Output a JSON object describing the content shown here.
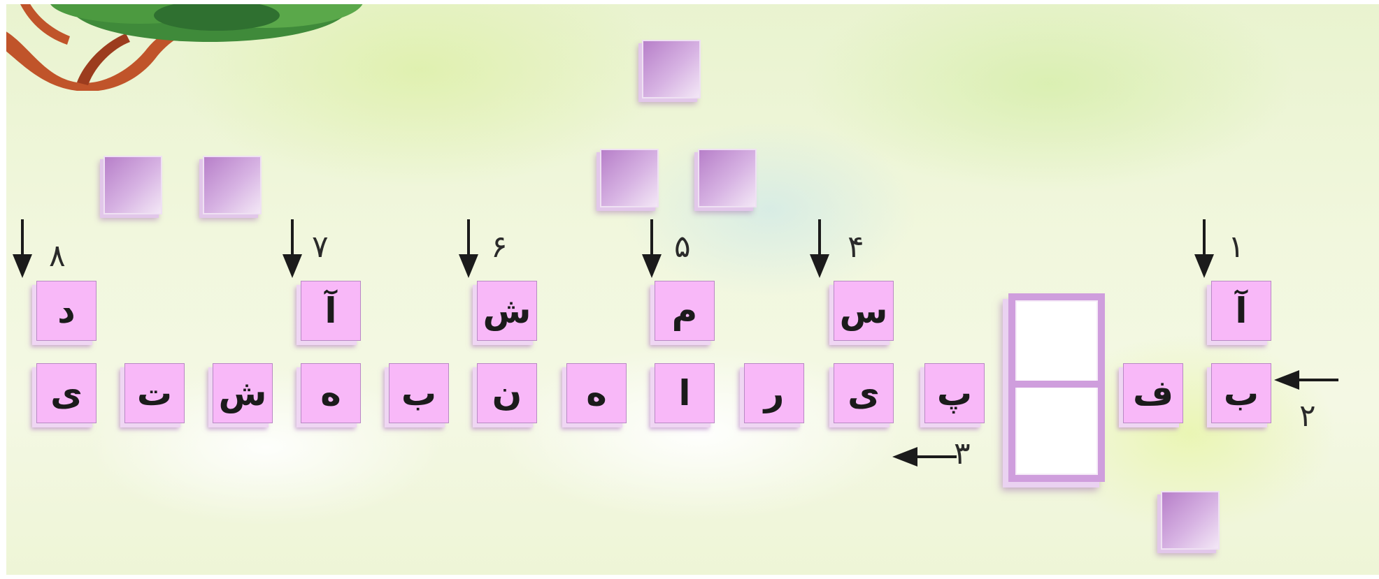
{
  "colors": {
    "tile_fill": "#f8b8f8",
    "empty_tile": "#c896d8",
    "arrow": "#1b1b1b",
    "tree_leaves": "#3f8a3a",
    "tree_branch": "#c0542a"
  },
  "clue_numbers": {
    "n1": "۱",
    "n2": "۲",
    "n3": "۳",
    "n4": "۴",
    "n5": "۵",
    "n6": "۶",
    "n7": "۷",
    "n8": "۸"
  },
  "top_row_letters": {
    "col1": "آ",
    "col4": "س",
    "col5": "م",
    "col6": "ش",
    "col7": "آ",
    "col8": "د"
  },
  "bottom_row_letters": [
    "ب",
    "ف",
    "پ",
    "ی",
    "ر",
    "ا",
    "ه",
    "ن",
    "ب",
    "ه",
    "ش",
    "ت",
    "ی"
  ],
  "icons": {
    "down_arrow": "down-arrow-icon",
    "left_arrow": "left-arrow-icon",
    "tree": "tree-branch-icon"
  }
}
